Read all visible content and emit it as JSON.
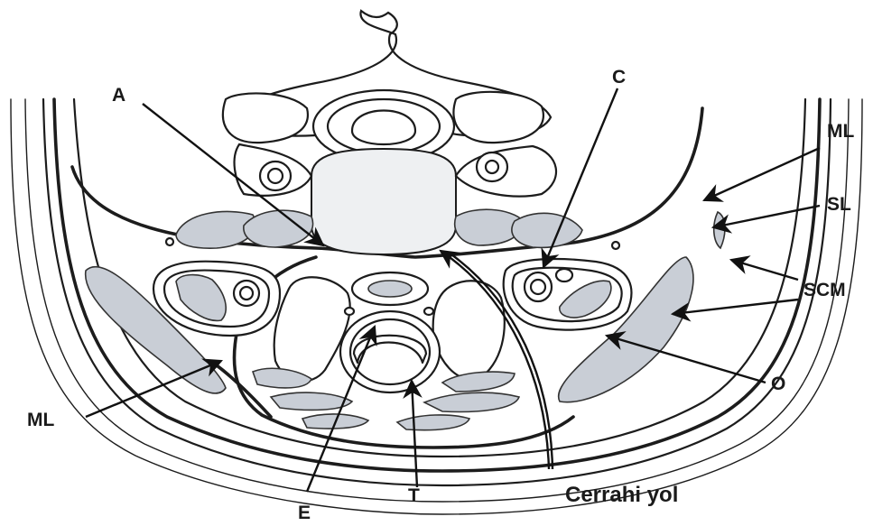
{
  "labels": {
    "A": "A",
    "C": "C",
    "ML_right": "ML",
    "SL": "SL",
    "SCM": "SCM",
    "O": "O",
    "ML_left": "ML",
    "E": "E",
    "T": "T",
    "surgical_route": "Cerrahi yol"
  },
  "colors": {
    "line": "#1c1c1c",
    "muscle": "#c9ced6",
    "background": "#ffffff"
  }
}
